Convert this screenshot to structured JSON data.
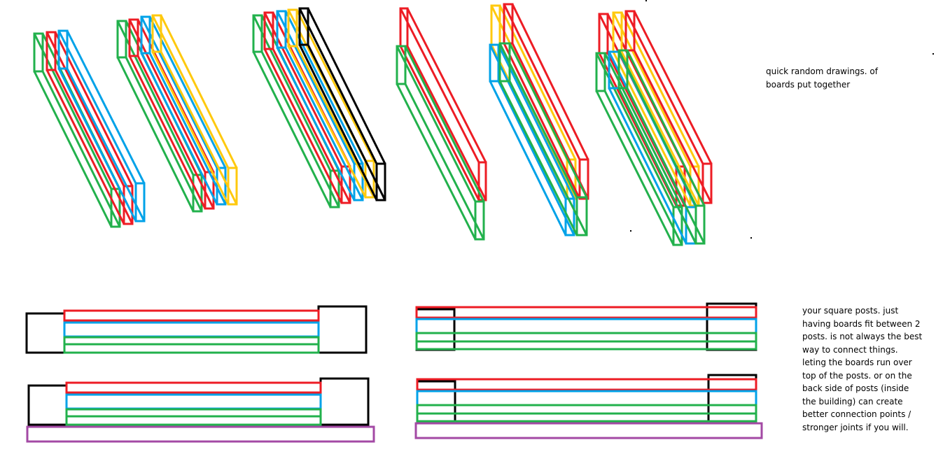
{
  "notes": {
    "top": "quick random drawings. of\nboards put together",
    "bottom": "your square posts. just\nhaving boards fit between 2\nposts. is not always the best\nway to connect things.\nleting the boards run over\ntop of the posts. or on the\nback side of posts (inside\nthe building) can create\nbetter connection points /\nstronger joints if you will."
  },
  "colors": {
    "red": "#ed1c24",
    "green": "#22b14c",
    "blue": "#00a2e8",
    "yellow": "#ffc90e",
    "black": "#000000",
    "purple": "#a349a4"
  },
  "drawings": {
    "iso_board_groups": [
      {
        "name": "iso-group-1",
        "boards": [
          "green",
          "red",
          "blue"
        ]
      },
      {
        "name": "iso-group-2",
        "boards": [
          "green",
          "red",
          "blue",
          "yellow"
        ]
      },
      {
        "name": "iso-group-3",
        "boards": [
          "green",
          "red",
          "blue",
          "yellow",
          "black"
        ]
      },
      {
        "name": "iso-group-4",
        "boards": [
          "red",
          "green"
        ]
      },
      {
        "name": "iso-group-5",
        "boards": [
          "yellow",
          "red",
          "blue",
          "green"
        ]
      },
      {
        "name": "iso-group-6",
        "boards": [
          "red",
          "yellow",
          "red",
          "green",
          "blue",
          "green"
        ]
      }
    ],
    "post_diagrams": [
      {
        "name": "posts-between",
        "boards": [
          "red",
          "blue",
          "green",
          "green"
        ],
        "posts": "outside",
        "sill": null
      },
      {
        "name": "posts-between-with-sill",
        "boards": [
          "red",
          "blue",
          "green",
          "green"
        ],
        "posts": "outside",
        "sill": "purple"
      },
      {
        "name": "boards-over-posts",
        "boards": [
          "red",
          "blue",
          "green",
          "green"
        ],
        "posts": "overlapped",
        "sill": null
      },
      {
        "name": "boards-over-posts-with-sill",
        "boards": [
          "red",
          "blue",
          "green",
          "green"
        ],
        "posts": "overlapped",
        "sill": "purple"
      }
    ]
  }
}
